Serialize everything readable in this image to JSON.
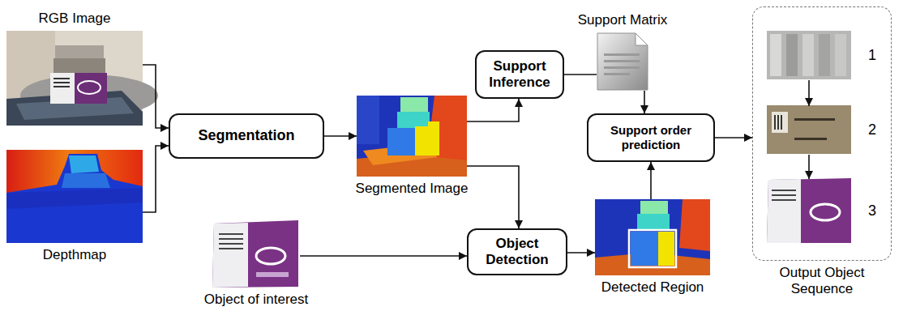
{
  "diagram": {
    "nodes": [
      {
        "text": [
          "RGB Image"
        ]
      },
      {
        "text": [
          "Depthmap"
        ]
      },
      {
        "text": [
          "Segmentation"
        ]
      },
      {
        "text": [
          "Segmented Image"
        ]
      },
      {
        "text": [
          "Support Inference"
        ]
      },
      {
        "text": [
          "Support Matrix"
        ]
      },
      {
        "text": [
          "Support order prediction"
        ]
      },
      {
        "text": [
          "Output Object Sequence"
        ]
      },
      {
        "text": [
          "1"
        ],
        "in": 7
      },
      {
        "text": [
          "2"
        ],
        "in": 7
      },
      {
        "text": [
          "3"
        ],
        "in": 7
      },
      {
        "text": [
          "Object of interest"
        ]
      },
      {
        "text": [
          "Object Detection"
        ]
      },
      {
        "text": [
          "Detected Region"
        ]
      }
    ],
    "edges": [
      {
        "from": 0,
        "to": 2,
        "arrow": "to"
      },
      {
        "from": 1,
        "to": 2,
        "arrow": "to"
      },
      {
        "from": 2,
        "to": 3,
        "arrow": "to"
      },
      {
        "from": 3,
        "to": 4,
        "arrow": "to"
      },
      {
        "from": 4,
        "to": 5,
        "arrow": "none"
      },
      {
        "from": 5,
        "to": 6,
        "arrow": "to"
      },
      {
        "from": 3,
        "to": 12,
        "arrow": "to"
      },
      {
        "from": 11,
        "to": 12,
        "arrow": "to"
      },
      {
        "from": 12,
        "to": 13,
        "arrow": "to"
      },
      {
        "from": 13,
        "to": 6,
        "arrow": "to"
      },
      {
        "from": 6,
        "to": 7,
        "arrow": "to"
      },
      {
        "from": 8,
        "to": 9,
        "arrow": "to"
      },
      {
        "from": 9,
        "to": 10,
        "arrow": "to"
      }
    ]
  }
}
